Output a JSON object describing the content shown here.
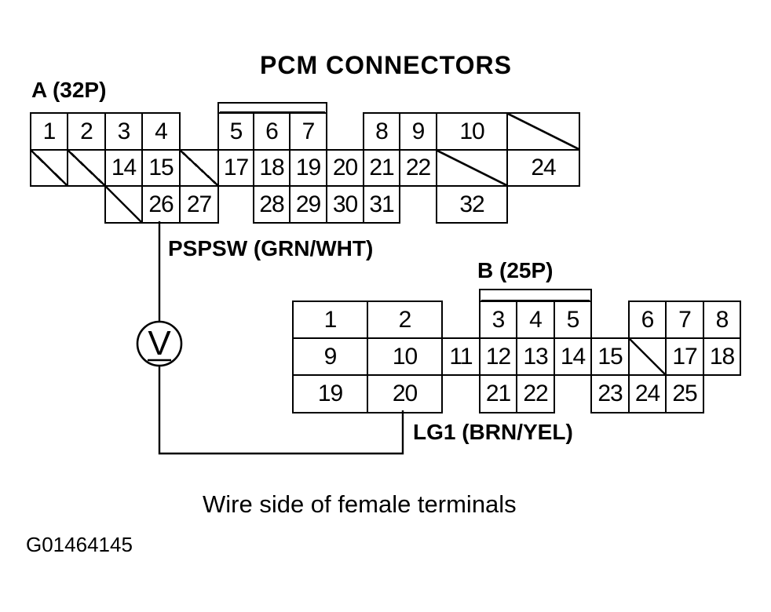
{
  "title": "PCM CONNECTORS",
  "caption": "Wire side of female terminals",
  "figure_id": "G01464145",
  "ink_color": "#000000",
  "background_color": "#ffffff",
  "meter": {
    "type": "voltmeter",
    "symbol": "V"
  },
  "connector_a": {
    "label": "A (32P)",
    "signal_label": "PSPSW (GRN/WHT)",
    "signal_pin": "26",
    "rows": [
      [
        {
          "pin": "1",
          "col": 0
        },
        {
          "pin": "2",
          "col": 1
        },
        {
          "pin": "3",
          "col": 2
        },
        {
          "pin": "4",
          "col": 3
        },
        {
          "pin": "5",
          "col": 5
        },
        {
          "pin": "6",
          "col": 6
        },
        {
          "pin": "7",
          "col": 7
        },
        {
          "pin": "8",
          "col": 9
        },
        {
          "pin": "9",
          "col": 10
        },
        {
          "pin": "10",
          "col": 11,
          "span": 2
        },
        {
          "pin": "",
          "col": 13,
          "span": 2,
          "blank": "diagonal"
        }
      ],
      [
        {
          "pin": "",
          "col": 0,
          "blank": "diagonal"
        },
        {
          "pin": "",
          "col": 1,
          "blank": "diagonal"
        },
        {
          "pin": "14",
          "col": 2
        },
        {
          "pin": "15",
          "col": 3
        },
        {
          "pin": "",
          "col": 4,
          "blank": "diagonal"
        },
        {
          "pin": "17",
          "col": 5
        },
        {
          "pin": "18",
          "col": 6
        },
        {
          "pin": "19",
          "col": 7
        },
        {
          "pin": "20",
          "col": 8
        },
        {
          "pin": "21",
          "col": 9
        },
        {
          "pin": "22",
          "col": 10
        },
        {
          "pin": "",
          "col": 11,
          "span": 2,
          "blank": "diagonal"
        },
        {
          "pin": "24",
          "col": 13,
          "span": 2
        }
      ],
      [
        {
          "pin": "",
          "col": 2,
          "blank": "diagonal"
        },
        {
          "pin": "26",
          "col": 3
        },
        {
          "pin": "27",
          "col": 4
        },
        {
          "pin": "28",
          "col": 6
        },
        {
          "pin": "29",
          "col": 7
        },
        {
          "pin": "30",
          "col": 8
        },
        {
          "pin": "31",
          "col": 9
        },
        {
          "pin": "32",
          "col": 11,
          "span": 2
        }
      ]
    ]
  },
  "connector_b": {
    "label": "B (25P)",
    "signal_label": "LG1 (BRN/YEL)",
    "signal_pin": "20",
    "rows": [
      [
        {
          "pin": "1",
          "col": 0
        },
        {
          "pin": "2",
          "col": 1
        },
        {
          "pin": "3",
          "col": 3
        },
        {
          "pin": "4",
          "col": 4
        },
        {
          "pin": "5",
          "col": 5
        },
        {
          "pin": "6",
          "col": 7
        },
        {
          "pin": "7",
          "col": 8
        },
        {
          "pin": "8",
          "col": 9
        }
      ],
      [
        {
          "pin": "9",
          "col": 0
        },
        {
          "pin": "10",
          "col": 1
        },
        {
          "pin": "11",
          "col": 2
        },
        {
          "pin": "12",
          "col": 3
        },
        {
          "pin": "13",
          "col": 4
        },
        {
          "pin": "14",
          "col": 5
        },
        {
          "pin": "15",
          "col": 6
        },
        {
          "pin": "",
          "col": 7,
          "blank": "diagonal"
        },
        {
          "pin": "17",
          "col": 8
        },
        {
          "pin": "18",
          "col": 9
        }
      ],
      [
        {
          "pin": "19",
          "col": 0
        },
        {
          "pin": "20",
          "col": 1
        },
        {
          "pin": "21",
          "col": 3
        },
        {
          "pin": "22",
          "col": 4
        },
        {
          "pin": "23",
          "col": 6
        },
        {
          "pin": "24",
          "col": 7
        },
        {
          "pin": "25",
          "col": 8
        }
      ]
    ]
  }
}
